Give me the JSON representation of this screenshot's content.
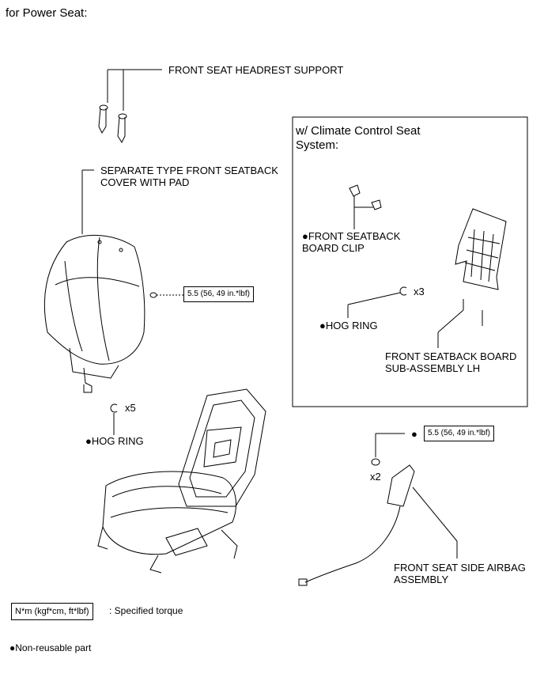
{
  "page_title": "for Power Seat:",
  "labels": {
    "headrest_support": "FRONT SEAT HEADREST SUPPORT",
    "seatback_cover": "SEPARATE TYPE FRONT SEATBACK\nCOVER WITH PAD",
    "hog_ring_left": "●HOG RING",
    "hog_ring_left_qty": "x5",
    "side_airbag": "FRONT SEAT SIDE AIRBAG\nASSEMBLY",
    "airbag_nut_qty": "x2"
  },
  "torque": {
    "seatback_nut": "5.5 (56, 49 in.*lbf)",
    "airbag_nut": "5.5 (56, 49 in.*lbf)",
    "airbag_bullet": "●"
  },
  "inset": {
    "title": "w/ Climate Control Seat\nSystem:",
    "board_clip": "●FRONT SEATBACK\nBOARD CLIP",
    "hog_ring": "●HOG RING",
    "hog_ring_qty": "x3",
    "seatback_board": "FRONT SEATBACK BOARD\nSUB-ASSEMBLY LH"
  },
  "legend": {
    "torque_box": "N*m (kgf*cm, ft*lbf)",
    "torque_desc": ": Specified torque",
    "non_reusable": "●Non-reusable part"
  }
}
